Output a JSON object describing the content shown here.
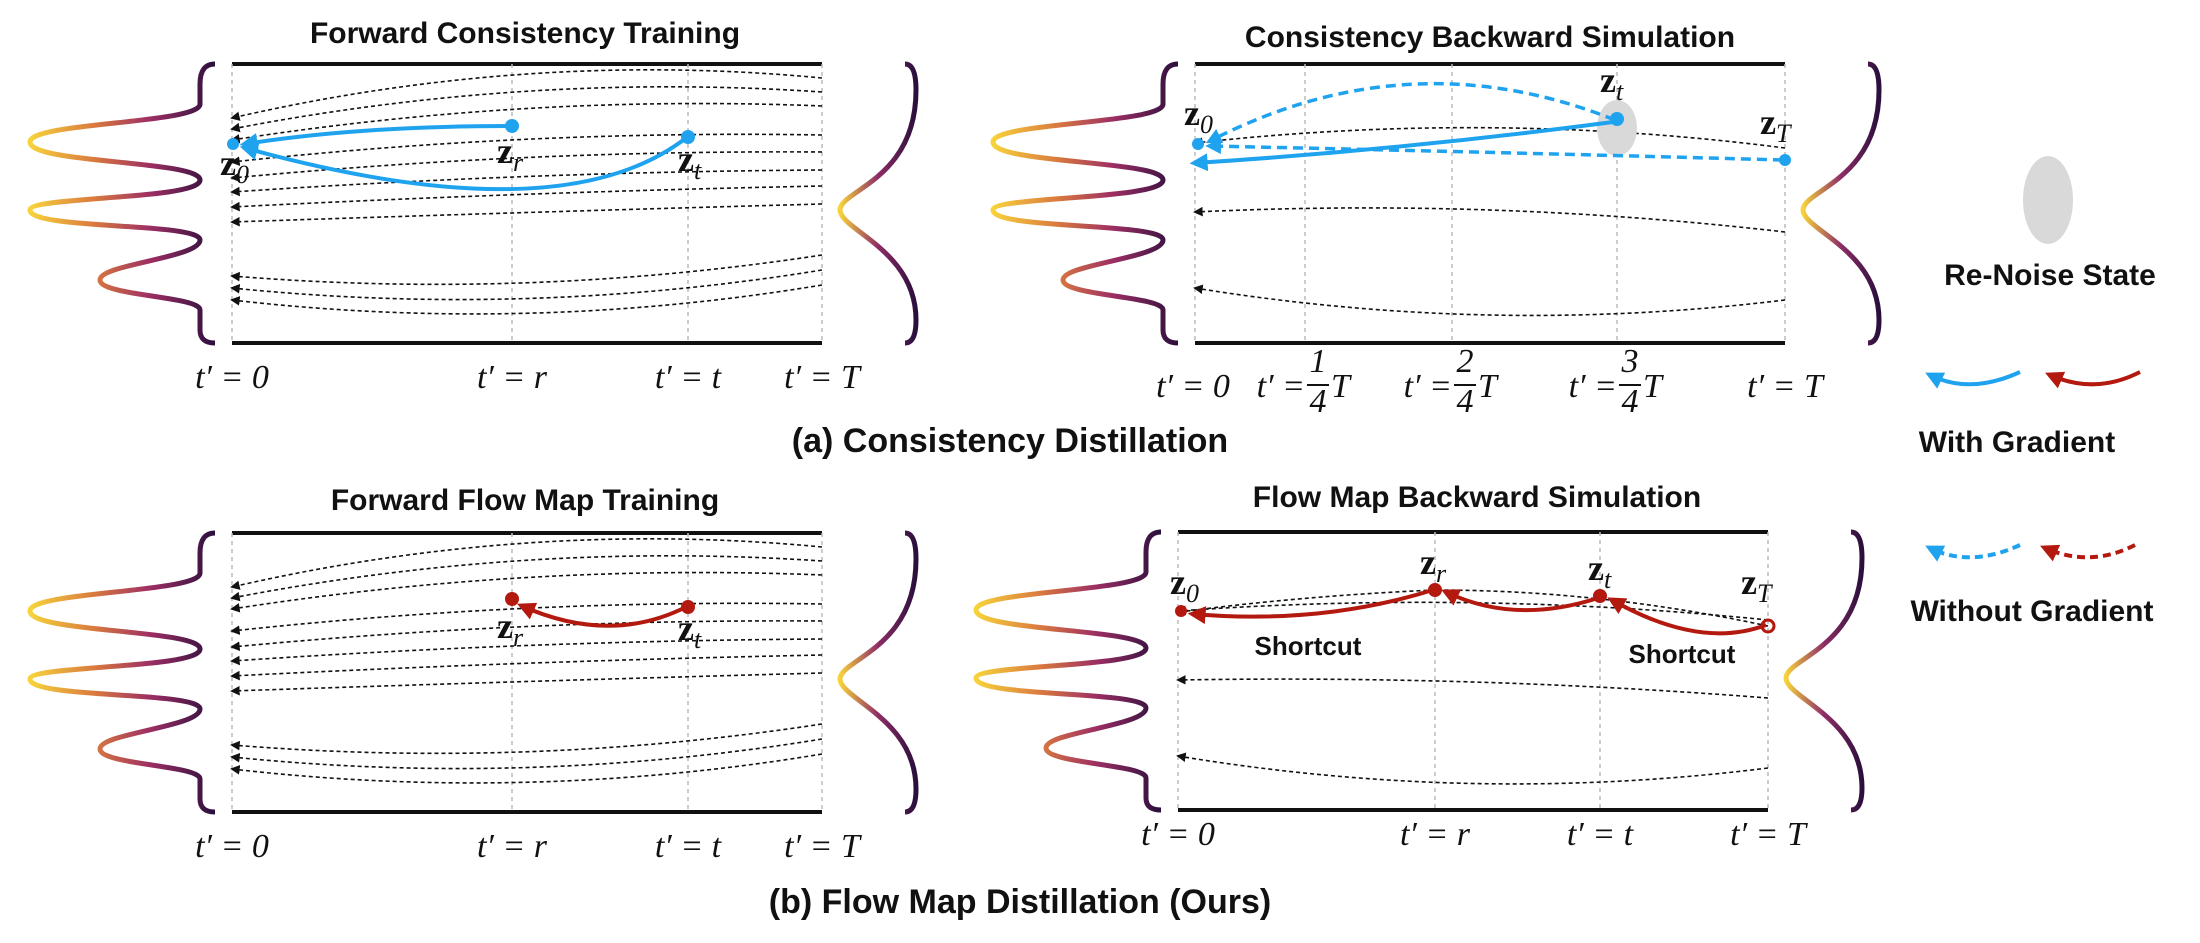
{
  "panels": {
    "a_left": {
      "title": "Forward Consistency Training"
    },
    "a_right": {
      "title": "Consistency Backward Simulation"
    },
    "b_left": {
      "title": "Forward Flow Map Training"
    },
    "b_right": {
      "title": "Flow Map Backward Simulation"
    }
  },
  "captions": {
    "a": "(a) Consistency Distillation",
    "b": "(b) Flow Map Distillation (Ours)"
  },
  "legend": {
    "renoise": "Re-Noise State",
    "with_gradient": "With Gradient",
    "without_gradient": "Without Gradient"
  },
  "ticks": {
    "t0": "t′ = 0",
    "tr": "t′ = r",
    "tt": "t′ = t",
    "tT": "t′ = T",
    "prefix": "t′ = ",
    "one": "1",
    "two": "2",
    "three": "3",
    "four": "4",
    "T": "T"
  },
  "vars": {
    "z": "z",
    "sub0": "0",
    "subr": "r",
    "subt": "t",
    "subT": "T"
  },
  "annotations": {
    "shortcut": "Shortcut"
  },
  "colors": {
    "blue": "#1fa3ee",
    "red": "#b3190f",
    "renoise": "#d9d9d9"
  }
}
